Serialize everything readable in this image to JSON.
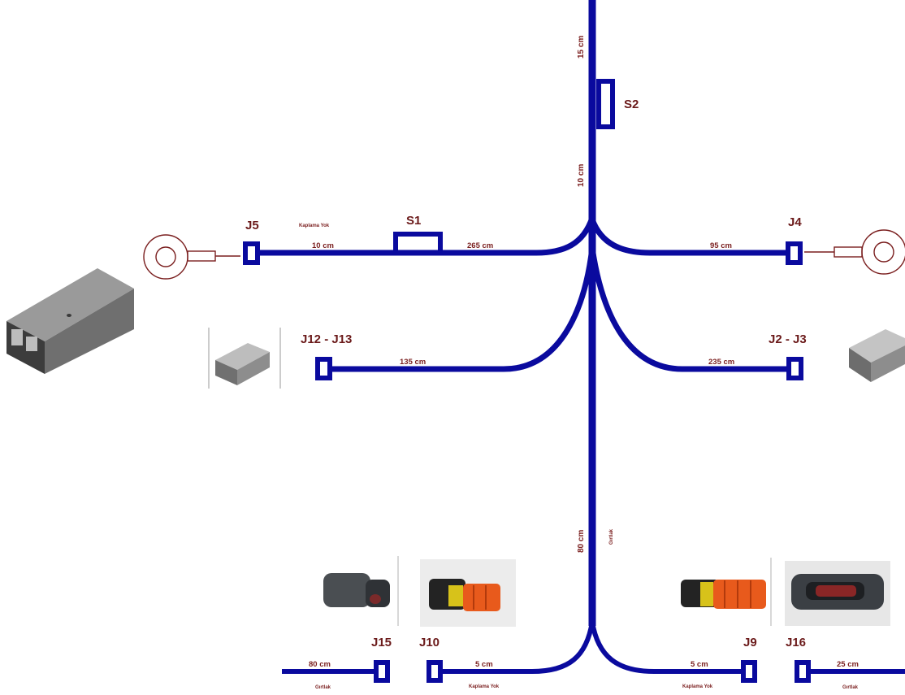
{
  "junctions": {
    "j5": "J5",
    "j4": "J4",
    "s1": "S1",
    "s2": "S2",
    "j12_j13": "J12 - J13",
    "j2_j3": "J2 - J3",
    "j15": "J15",
    "j10": "J10",
    "j9": "J9",
    "j16": "J16"
  },
  "lengths": {
    "trunk_top": "15 cm",
    "trunk_mid": "10 cm",
    "trunk_bottom": "80 cm",
    "j5_segment": "10 cm",
    "s1_to_center": "265 cm",
    "j4_branch": "95 cm",
    "j12_branch": "135 cm",
    "j2_branch": "235 cm",
    "j15_branch": "80 cm",
    "j10_branch": "5 cm",
    "j9_branch": "5 cm",
    "j16_branch": "25 cm"
  },
  "notes": {
    "j5_covering": "Kaplama Yok",
    "j15_covering": "Gırtlak",
    "j10_covering": "Kaplama Yok",
    "j9_covering": "Kaplama Yok",
    "j16_covering": "Gırtlak",
    "trunk_covering": "Gırtlak"
  },
  "colors": {
    "wire": "#0a0a9e",
    "label": "#6b1a1a"
  }
}
